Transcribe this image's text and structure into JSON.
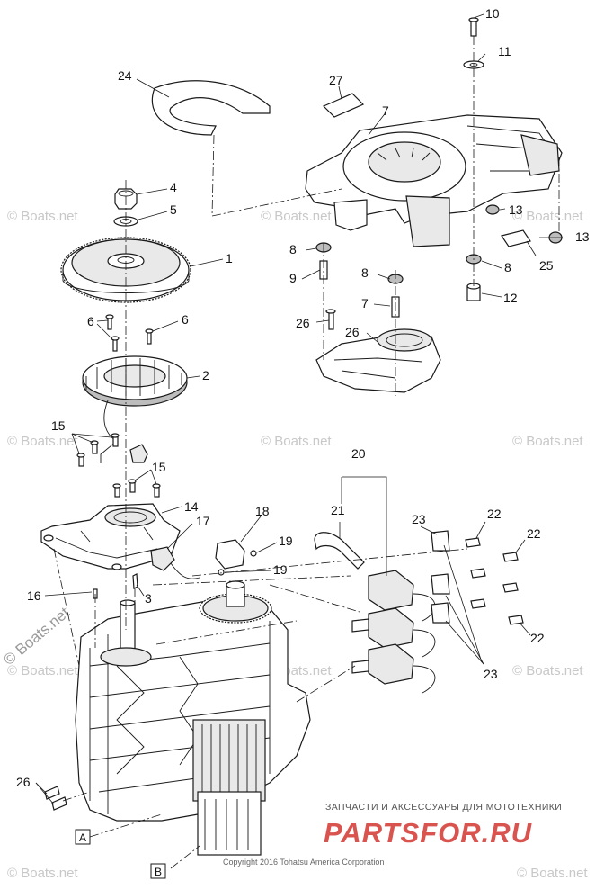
{
  "callouts": {
    "c1": "1",
    "c2": "2",
    "c3": "3",
    "c4": "4",
    "c5": "5",
    "c6a": "6",
    "c6b": "6",
    "c7a": "7",
    "c7b": "7",
    "c8a": "8",
    "c8b": "8",
    "c8c": "8",
    "c9": "9",
    "c10": "10",
    "c11": "11",
    "c12": "12",
    "c13a": "13",
    "c13b": "13",
    "c14": "14",
    "c15a": "15",
    "c15b": "15",
    "c16": "16",
    "c17": "17",
    "c18": "18",
    "c19a": "19",
    "c19b": "19",
    "c20": "20",
    "c21": "21",
    "c22a": "22",
    "c22b": "22",
    "c22c": "22",
    "c23a": "23",
    "c23b": "23",
    "c24": "24",
    "c25": "25",
    "c26a": "26",
    "c26b": "26",
    "c26c": "26",
    "c27": "27"
  },
  "reference_boxes": {
    "a": "A",
    "b": "B"
  },
  "watermarks": {
    "small": "© Boats.net",
    "large": "© Boats.net"
  },
  "shop_banner": {
    "tagline": "ЗАПЧАСТИ И АКСЕССУАРЫ ДЛЯ МОТОТЕХНИКИ",
    "brand_part1": "PARTS",
    "brand_part2": "FOR",
    "brand_part3": ".RU",
    "brand_color": "#d9534f"
  },
  "copyright": "Copyright 2016 Tohatsu America Corporation"
}
